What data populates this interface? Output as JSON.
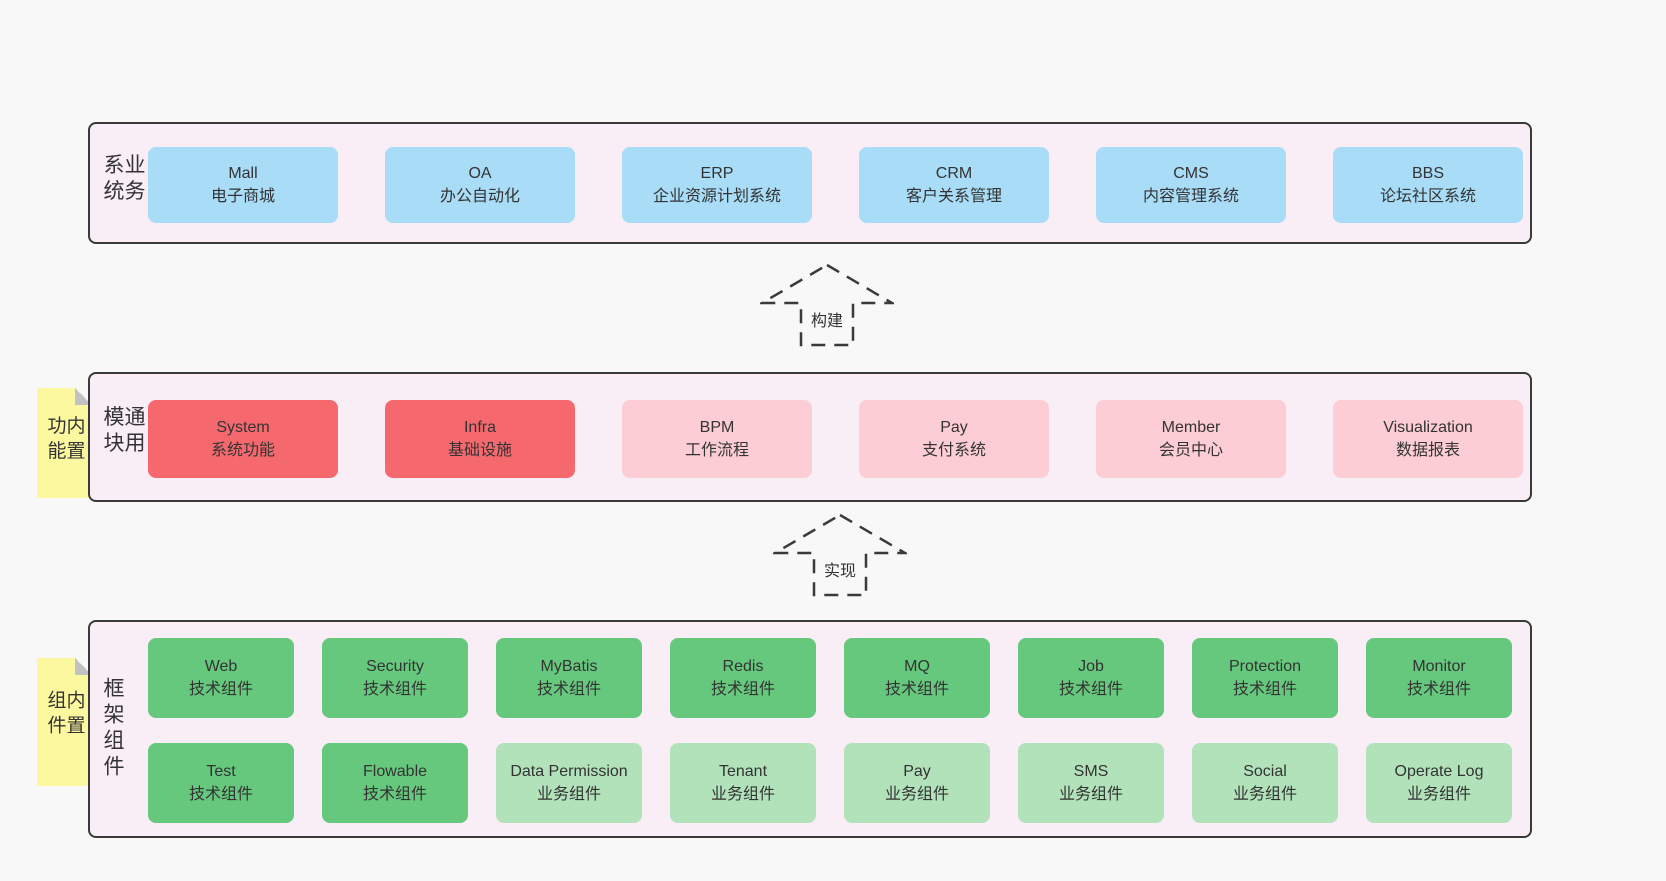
{
  "colors": {
    "page_bg": "#f8f8f8",
    "panel_bg": "#f9edf6",
    "panel_border": "#3a3a3a",
    "blue_box": "#a8dcf7",
    "red_box": "#f5696e",
    "pink_box": "#fccdd5",
    "green_box": "#66c87d",
    "green_light_box": "#b1e2ba",
    "note_bg": "#fbf8a0",
    "note_fold": "#c2c2c2",
    "text": "#333333"
  },
  "arrows": [
    {
      "label": "构建"
    },
    {
      "label": "实现"
    }
  ],
  "sections": {
    "business": {
      "label": "业务系统",
      "boxes": [
        {
          "en": "Mall",
          "zh": "电子商城",
          "variant": "blue"
        },
        {
          "en": "OA",
          "zh": "办公自动化",
          "variant": "blue"
        },
        {
          "en": "ERP",
          "zh": "企业资源计划系统",
          "variant": "blue"
        },
        {
          "en": "CRM",
          "zh": "客户关系管理",
          "variant": "blue"
        },
        {
          "en": "CMS",
          "zh": "内容管理系统",
          "variant": "blue"
        },
        {
          "en": "BBS",
          "zh": "论坛社区系统",
          "variant": "blue"
        }
      ]
    },
    "modules": {
      "label": "通用模块",
      "note": "内置功能",
      "boxes": [
        {
          "en": "System",
          "zh": "系统功能",
          "variant": "red"
        },
        {
          "en": "Infra",
          "zh": "基础设施",
          "variant": "red"
        },
        {
          "en": "BPM",
          "zh": "工作流程",
          "variant": "pink"
        },
        {
          "en": "Pay",
          "zh": "支付系统",
          "variant": "pink"
        },
        {
          "en": "Member",
          "zh": "会员中心",
          "variant": "pink"
        },
        {
          "en": "Visualization",
          "zh": "数据报表",
          "variant": "pink"
        }
      ]
    },
    "components": {
      "label": "框架组件",
      "note": "内置组件",
      "row1": [
        {
          "en": "Web",
          "zh": "技术组件",
          "variant": "green"
        },
        {
          "en": "Security",
          "zh": "技术组件",
          "variant": "green"
        },
        {
          "en": "MyBatis",
          "zh": "技术组件",
          "variant": "green"
        },
        {
          "en": "Redis",
          "zh": "技术组件",
          "variant": "green"
        },
        {
          "en": "MQ",
          "zh": "技术组件",
          "variant": "green"
        },
        {
          "en": "Job",
          "zh": "技术组件",
          "variant": "green"
        },
        {
          "en": "Protection",
          "zh": "技术组件",
          "variant": "green"
        },
        {
          "en": "Monitor",
          "zh": "技术组件",
          "variant": "green"
        }
      ],
      "row2": [
        {
          "en": "Test",
          "zh": "技术组件",
          "variant": "green"
        },
        {
          "en": "Flowable",
          "zh": "技术组件",
          "variant": "green"
        },
        {
          "en": "Data Permission",
          "zh": "业务组件",
          "variant": "green-light"
        },
        {
          "en": "Tenant",
          "zh": "业务组件",
          "variant": "green-light"
        },
        {
          "en": "Pay",
          "zh": "业务组件",
          "variant": "green-light"
        },
        {
          "en": "SMS",
          "zh": "业务组件",
          "variant": "green-light"
        },
        {
          "en": "Social",
          "zh": "业务组件",
          "variant": "green-light"
        },
        {
          "en": "Operate Log",
          "zh": "业务组件",
          "variant": "green-light"
        }
      ]
    }
  }
}
